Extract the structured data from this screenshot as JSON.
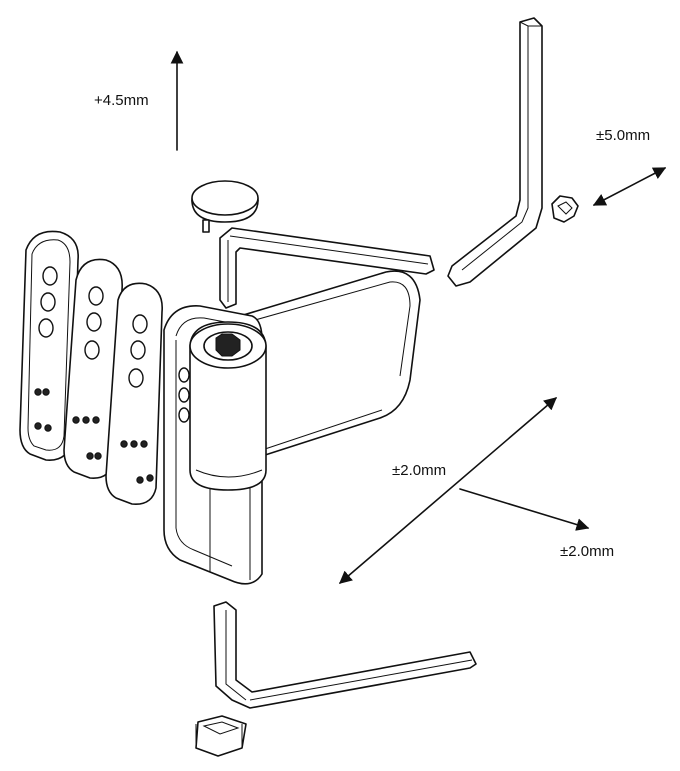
{
  "labels": {
    "vertical_adjust": "+4.5mm",
    "lateral_adjust": "±5.0mm",
    "diagonal_adjust": "±2.0mm",
    "depth_adjust": "±2.0mm"
  },
  "colors": {
    "line": "#111111",
    "background": "#ffffff"
  }
}
